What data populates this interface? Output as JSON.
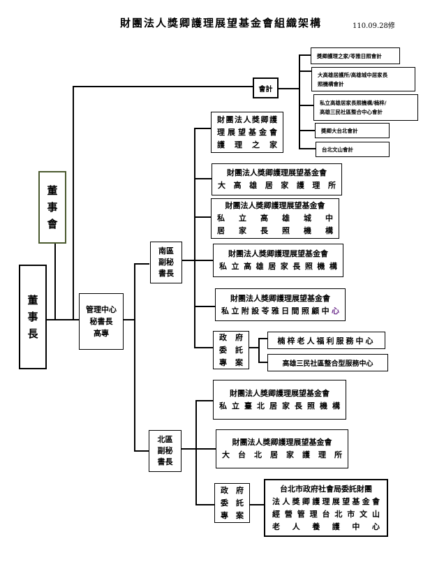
{
  "header": {
    "title": "財團法人獎卿護理展望基金會組織架構",
    "revision": "110.09.28修"
  },
  "nodes": {
    "board": {
      "chars": [
        "董",
        "事",
        "會"
      ]
    },
    "chairman": {
      "chars": [
        "董",
        "事",
        "長"
      ]
    },
    "secretary_general": {
      "lines": [
        "管理中心",
        "秘書長",
        "高專"
      ]
    },
    "accounting": {
      "label": "會計"
    },
    "accounting_children": [
      {
        "lines": [
          "獎卿護理之家/苓雅日照會計"
        ]
      },
      {
        "lines": [
          "大高雄居護所/高雄城中居家長",
          "照機構會計"
        ]
      },
      {
        "lines": [
          "私立高雄居家長照機構/楠梓/",
          "高雄三民社區整合中心會計"
        ]
      },
      {
        "lines": [
          "獎卿大台北會計"
        ]
      },
      {
        "lines": [
          "台北文山會計"
        ]
      }
    ],
    "south_deputy": {
      "lines": [
        "南區",
        "副秘",
        "書長"
      ]
    },
    "north_deputy": {
      "lines": [
        "北區",
        "副秘",
        "書長"
      ]
    },
    "south_units": [
      {
        "rows": [
          [
            "財",
            "團",
            "法",
            "人",
            "獎",
            "卿",
            "護"
          ],
          [
            "理",
            "展",
            "望",
            "基",
            "金",
            "會"
          ],
          [
            "護",
            "理",
            "之",
            "家"
          ]
        ]
      },
      {
        "rows": [
          [
            "財團法人獎卿護理展望基金會"
          ],
          [
            "大",
            "高",
            "雄",
            "居",
            "家",
            "護",
            "理",
            "所"
          ]
        ]
      },
      {
        "rows": [
          [
            "財團法人獎卿護理展望基金會"
          ],
          [
            "私",
            "立",
            "高",
            "雄",
            "城",
            "中"
          ],
          [
            "居",
            "家",
            "長",
            "照",
            "機",
            "構"
          ]
        ]
      },
      {
        "rows": [
          [
            "財團法人獎卿護理展望基金會"
          ],
          [
            "私",
            "立",
            "高",
            "雄",
            "居",
            "家",
            "長",
            "照",
            "機",
            "構"
          ]
        ]
      },
      {
        "rows": [
          [
            "財團法人獎卿護理展望基金會"
          ],
          [
            "私",
            "立",
            "附",
            "設",
            "苓",
            "雅",
            "日",
            "間",
            "照",
            "顧",
            "中"
          ]
        ],
        "highlight_char": "心",
        "highlight_color": "#6a2a8a"
      }
    ],
    "south_gov": {
      "rows": [
        [
          "政",
          "府"
        ],
        [
          "委",
          "託"
        ],
        [
          "專",
          "案"
        ]
      ]
    },
    "south_gov_children": [
      {
        "label": "楠梓老人福利服務中心"
      },
      {
        "label": "高雄三民社區整合型服務中心"
      }
    ],
    "north_units": [
      {
        "rows": [
          [
            "財團法人獎卿護理展望基金會"
          ],
          [
            "私",
            "立",
            "臺",
            "北",
            "居",
            "家",
            "長",
            "照",
            "機",
            "構"
          ]
        ]
      },
      {
        "rows": [
          [
            "財團法人獎卿護理展望基金會"
          ],
          [
            "大",
            "台",
            "北",
            "居",
            "家",
            "護",
            "理",
            "所"
          ]
        ]
      }
    ],
    "north_gov": {
      "rows": [
        [
          "政",
          "府"
        ],
        [
          "委",
          "託"
        ],
        [
          "專",
          "案"
        ]
      ]
    },
    "north_gov_child": {
      "rows": [
        [
          "台北市政府社會局委託財團"
        ],
        [
          "法",
          "人",
          "獎",
          "卿",
          "護",
          "理",
          "展",
          "望",
          "基",
          "金",
          "會"
        ],
        [
          "經",
          "營",
          "管",
          "理",
          "台",
          "北",
          "市",
          "文",
          "山"
        ],
        [
          "老",
          "人",
          "養",
          "護",
          "中",
          "心"
        ]
      ]
    }
  }
}
